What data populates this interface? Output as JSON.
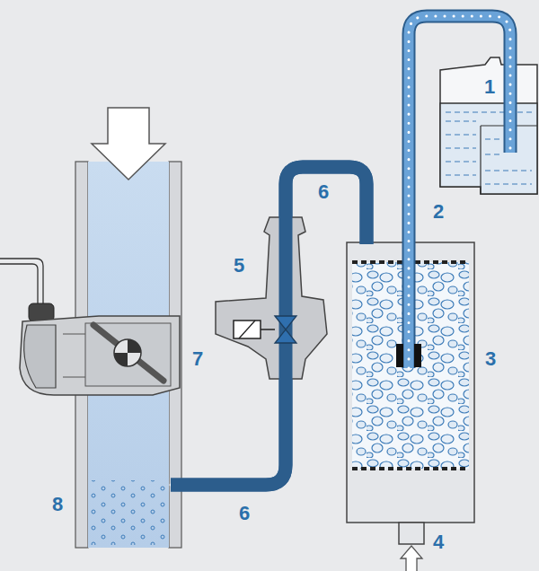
{
  "diagram": {
    "labels": [
      "1",
      "6",
      "2",
      "5",
      "3",
      "7",
      "8",
      "6",
      "4"
    ]
  }
}
